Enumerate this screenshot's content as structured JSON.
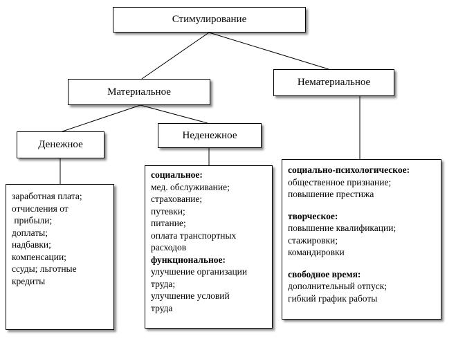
{
  "nodes": {
    "root": "Стимулирование",
    "material": "Материальное",
    "nonmaterial": "Нематериальное",
    "monetary": "Денежное",
    "nonmonetary": "Неденежное"
  },
  "monetary_list": [
    "заработная плата;",
    "отчисления от",
    " прибыли;",
    "доплаты;",
    "надбавки;",
    "компенсации;",
    "ссуды; льготные",
    "кредиты"
  ],
  "nonmonetary_list": {
    "social_heading": "социальное:",
    "social_items": [
      "мед. обслуживание;",
      "страхование;",
      "путевки;",
      "питание;",
      "оплата транспортных",
      "расходов"
    ],
    "functional_heading": "функциональное:",
    "functional_items": [
      "улучшение организации",
      "труда;",
      "улучшение условий",
      "труда"
    ]
  },
  "nonmaterial_list": {
    "sp_heading": "социально-психологическое:",
    "sp_items": [
      "общественное признание;",
      "повышение престижа"
    ],
    "creative_heading": "творческое:",
    "creative_items": [
      "повышение квалификации;",
      "стажировки;",
      "командировки"
    ],
    "free_heading": "свободное время:",
    "free_items": [
      "дополнительный отпуск;",
      "гибкий график работы"
    ]
  }
}
